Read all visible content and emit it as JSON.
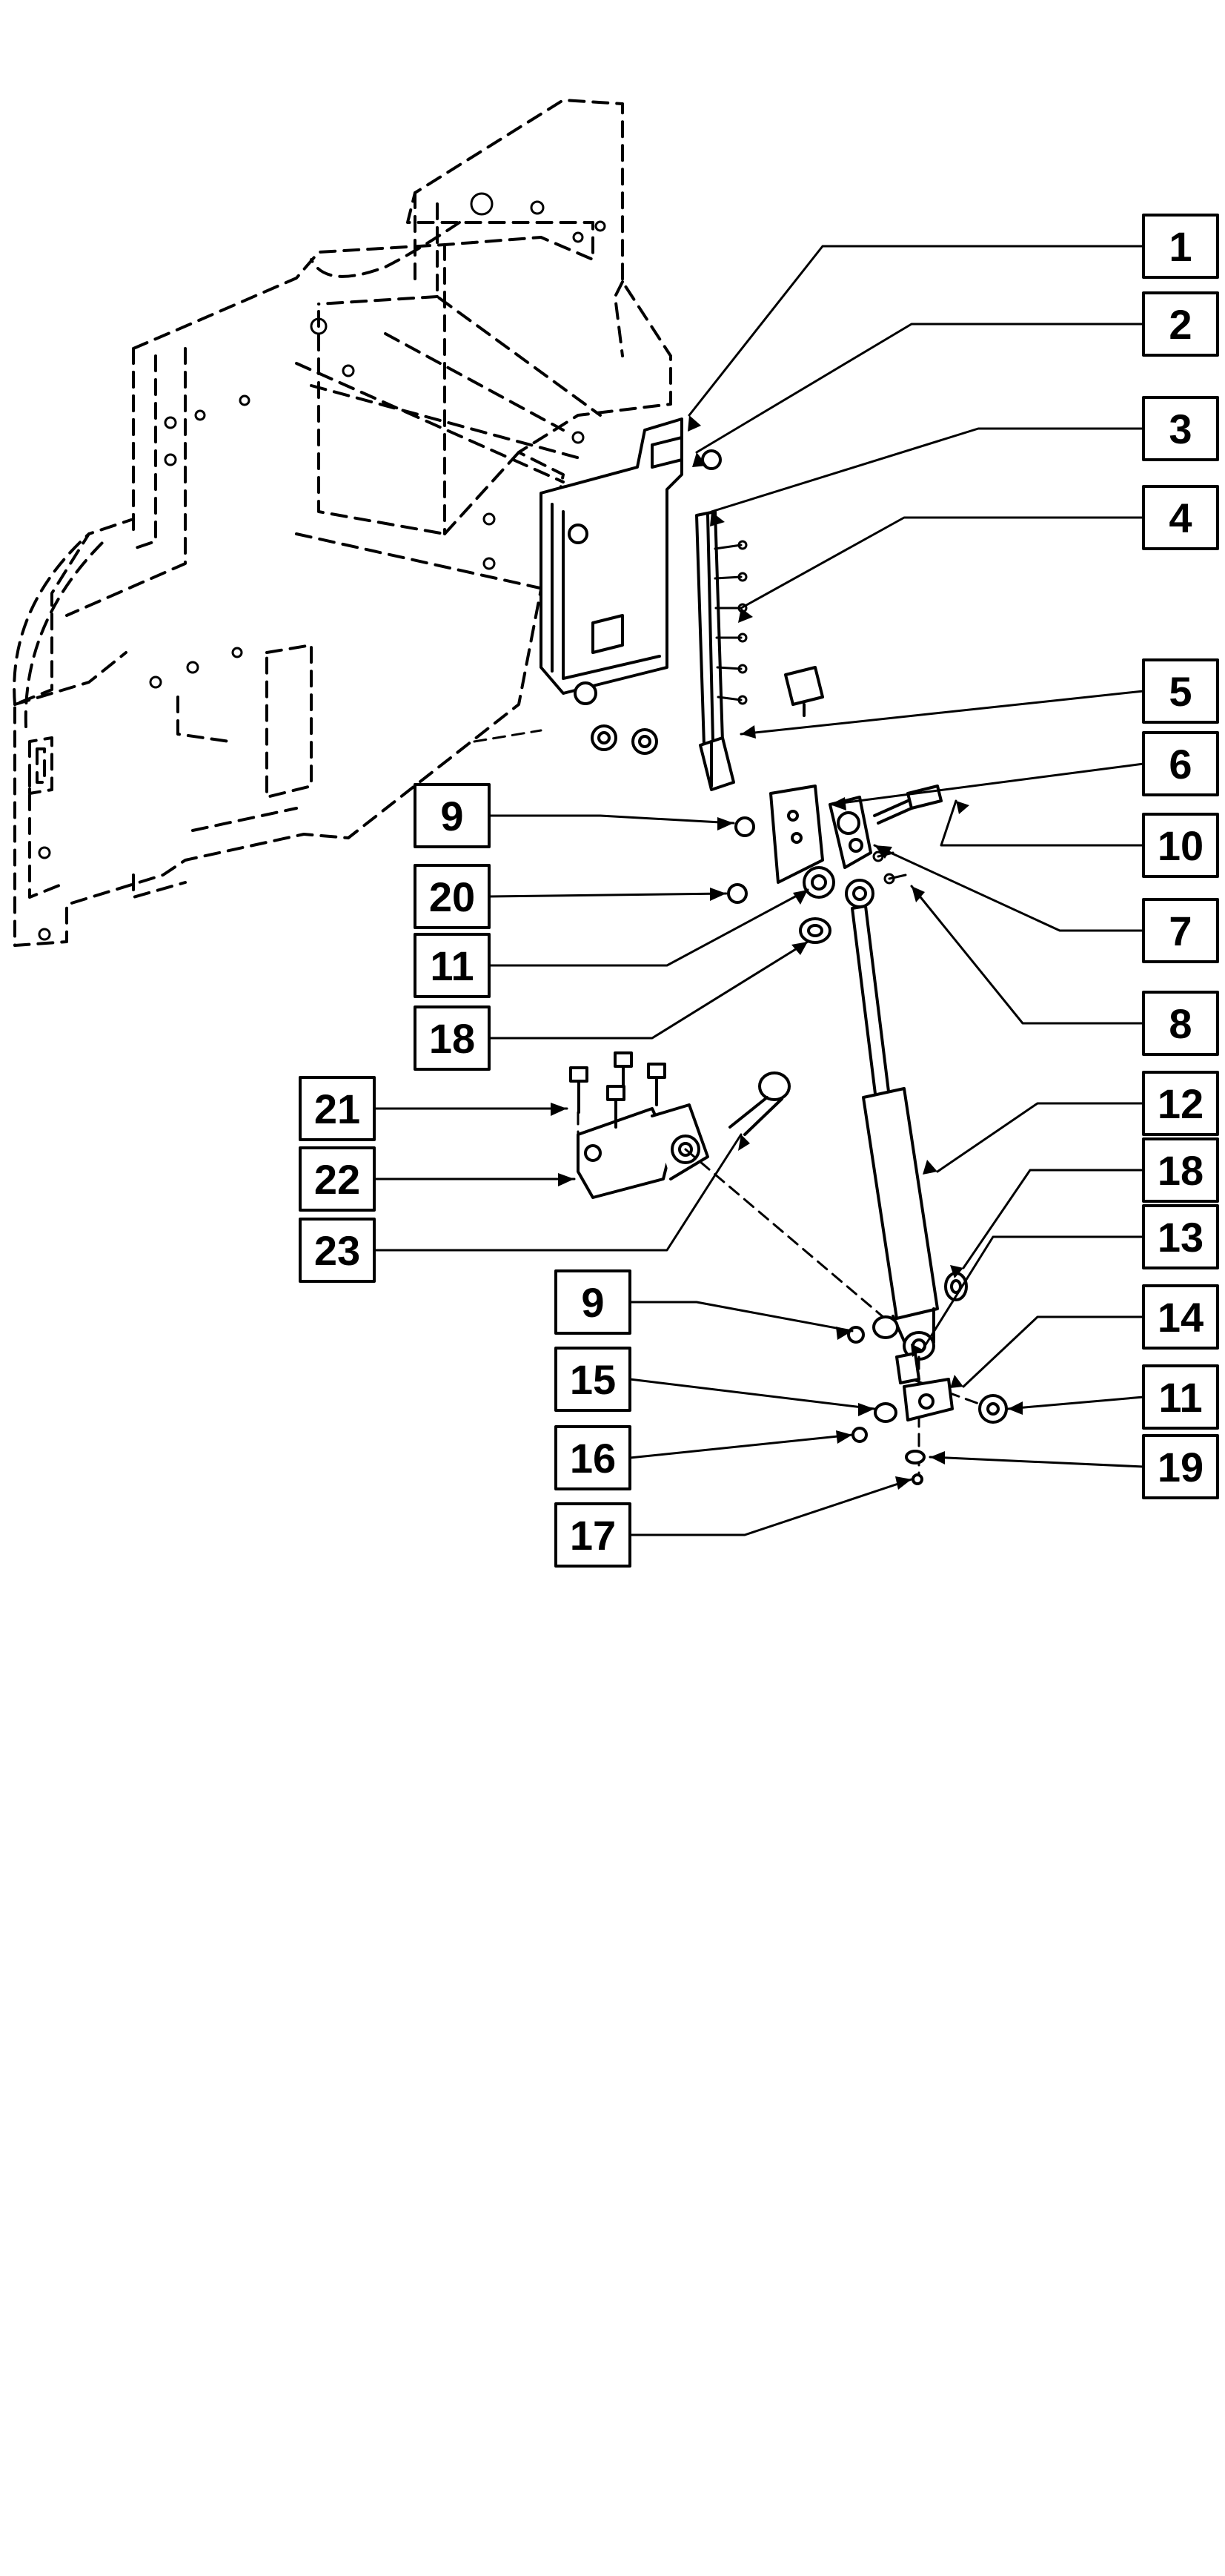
{
  "labels": {
    "l1": "1",
    "l2": "2",
    "l3": "3",
    "l4": "4",
    "l5": "5",
    "l6": "6",
    "l7": "7",
    "l8": "8",
    "l9a": "9",
    "l9b": "9",
    "l10": "10",
    "l11a": "11",
    "l11b": "11",
    "l12": "12",
    "l13": "13",
    "l14": "14",
    "l15": "15",
    "l16": "16",
    "l17": "17",
    "l18a": "18",
    "l18b": "18",
    "l19": "19",
    "l20": "20",
    "l21": "21",
    "l22": "22",
    "l23": "23"
  },
  "colors": {
    "ink": "#000000",
    "paper": "#ffffff"
  }
}
